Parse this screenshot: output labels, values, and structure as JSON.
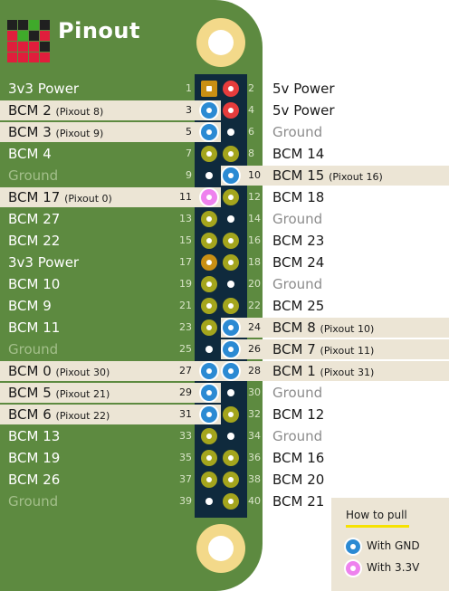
{
  "app": {
    "title": "Pinout"
  },
  "logo_pattern": [
    0,
    0,
    1,
    0,
    2,
    1,
    0,
    2,
    2,
    2,
    2,
    0,
    2,
    2,
    2,
    2
  ],
  "logo_colors": [
    "#202020",
    "#3faa2a",
    "#e01e3c"
  ],
  "colors": {
    "power_5v": "#e63c3c",
    "power_3v3": "#c98f14",
    "gpio": "#a4a51d",
    "pull_gnd": "#2b8ad3",
    "pull_3v3": "#ee82ee",
    "highlight": "#ece5d5",
    "board": "#5d8a40",
    "header": "#0f2a3d"
  },
  "rows": [
    {
      "left": {
        "num": "1",
        "label": "3v3 Power",
        "pixout": "",
        "type": "3v3sq",
        "hl": false
      },
      "right": {
        "num": "2",
        "label": "5v Power",
        "pixout": "",
        "type": "5v",
        "hl": false
      }
    },
    {
      "left": {
        "num": "3",
        "label": "BCM 2",
        "pixout": "(Pixout 8)",
        "type": "pd",
        "hl": true
      },
      "right": {
        "num": "4",
        "label": "5v Power",
        "pixout": "",
        "type": "5v",
        "hl": false
      }
    },
    {
      "left": {
        "num": "5",
        "label": "BCM 3",
        "pixout": "(Pixout 9)",
        "type": "pd",
        "hl": true
      },
      "right": {
        "num": "6",
        "label": "Ground",
        "pixout": "",
        "type": "gnd",
        "hl": false
      }
    },
    {
      "left": {
        "num": "7",
        "label": "BCM 4",
        "pixout": "",
        "type": "gpio",
        "hl": false
      },
      "right": {
        "num": "8",
        "label": "BCM 14",
        "pixout": "",
        "type": "gpio",
        "hl": false
      }
    },
    {
      "left": {
        "num": "9",
        "label": "Ground",
        "pixout": "",
        "type": "gnd",
        "hl": false
      },
      "right": {
        "num": "10",
        "label": "BCM 15",
        "pixout": "(Pixout 16)",
        "type": "pd",
        "hl": true
      }
    },
    {
      "left": {
        "num": "11",
        "label": "BCM 17",
        "pixout": "(Pixout 0)",
        "type": "pu",
        "hl": true
      },
      "right": {
        "num": "12",
        "label": "BCM 18",
        "pixout": "",
        "type": "gpio",
        "hl": false
      }
    },
    {
      "left": {
        "num": "13",
        "label": "BCM 27",
        "pixout": "",
        "type": "gpio",
        "hl": false
      },
      "right": {
        "num": "14",
        "label": "Ground",
        "pixout": "",
        "type": "gnd",
        "hl": false
      }
    },
    {
      "left": {
        "num": "15",
        "label": "BCM 22",
        "pixout": "",
        "type": "gpio",
        "hl": false
      },
      "right": {
        "num": "16",
        "label": "BCM 23",
        "pixout": "",
        "type": "gpio",
        "hl": false
      }
    },
    {
      "left": {
        "num": "17",
        "label": "3v3 Power",
        "pixout": "",
        "type": "3v3",
        "hl": false
      },
      "right": {
        "num": "18",
        "label": "BCM 24",
        "pixout": "",
        "type": "gpio",
        "hl": false
      }
    },
    {
      "left": {
        "num": "19",
        "label": "BCM 10",
        "pixout": "",
        "type": "gpio",
        "hl": false
      },
      "right": {
        "num": "20",
        "label": "Ground",
        "pixout": "",
        "type": "gnd",
        "hl": false
      }
    },
    {
      "left": {
        "num": "21",
        "label": "BCM 9",
        "pixout": "",
        "type": "gpio",
        "hl": false
      },
      "right": {
        "num": "22",
        "label": "BCM 25",
        "pixout": "",
        "type": "gpio",
        "hl": false
      }
    },
    {
      "left": {
        "num": "23",
        "label": "BCM 11",
        "pixout": "",
        "type": "gpio",
        "hl": false
      },
      "right": {
        "num": "24",
        "label": "BCM 8",
        "pixout": "(Pixout 10)",
        "type": "pd",
        "hl": true
      }
    },
    {
      "left": {
        "num": "25",
        "label": "Ground",
        "pixout": "",
        "type": "gnd",
        "hl": false
      },
      "right": {
        "num": "26",
        "label": "BCM 7",
        "pixout": "(Pixout 11)",
        "type": "pd",
        "hl": true
      }
    },
    {
      "left": {
        "num": "27",
        "label": "BCM 0",
        "pixout": "(Pixout 30)",
        "type": "pd",
        "hl": true
      },
      "right": {
        "num": "28",
        "label": "BCM 1",
        "pixout": "(Pixout 31)",
        "type": "pd",
        "hl": true
      }
    },
    {
      "left": {
        "num": "29",
        "label": "BCM 5",
        "pixout": "(Pixout 21)",
        "type": "pd",
        "hl": true
      },
      "right": {
        "num": "30",
        "label": "Ground",
        "pixout": "",
        "type": "gnd",
        "hl": false
      }
    },
    {
      "left": {
        "num": "31",
        "label": "BCM 6",
        "pixout": "(Pixout 22)",
        "type": "pd",
        "hl": true
      },
      "right": {
        "num": "32",
        "label": "BCM 12",
        "pixout": "",
        "type": "gpio",
        "hl": false
      }
    },
    {
      "left": {
        "num": "33",
        "label": "BCM 13",
        "pixout": "",
        "type": "gpio",
        "hl": false
      },
      "right": {
        "num": "34",
        "label": "Ground",
        "pixout": "",
        "type": "gnd",
        "hl": false
      }
    },
    {
      "left": {
        "num": "35",
        "label": "BCM 19",
        "pixout": "",
        "type": "gpio",
        "hl": false
      },
      "right": {
        "num": "36",
        "label": "BCM 16",
        "pixout": "",
        "type": "gpio",
        "hl": false
      }
    },
    {
      "left": {
        "num": "37",
        "label": "BCM 26",
        "pixout": "",
        "type": "gpio",
        "hl": false
      },
      "right": {
        "num": "38",
        "label": "BCM 20",
        "pixout": "",
        "type": "gpio",
        "hl": false
      }
    },
    {
      "left": {
        "num": "39",
        "label": "Ground",
        "pixout": "",
        "type": "gnd",
        "hl": false
      },
      "right": {
        "num": "40",
        "label": "BCM 21",
        "pixout": "",
        "type": "gpio",
        "hl": false
      }
    }
  ],
  "legend": {
    "title": "How to pull",
    "items": [
      {
        "label": "With GND",
        "icon": "pull-down-dot-icon",
        "color": "#2b8ad3"
      },
      {
        "label": "With 3.3V",
        "icon": "pull-up-dot-icon",
        "color": "#ee82ee"
      }
    ]
  }
}
